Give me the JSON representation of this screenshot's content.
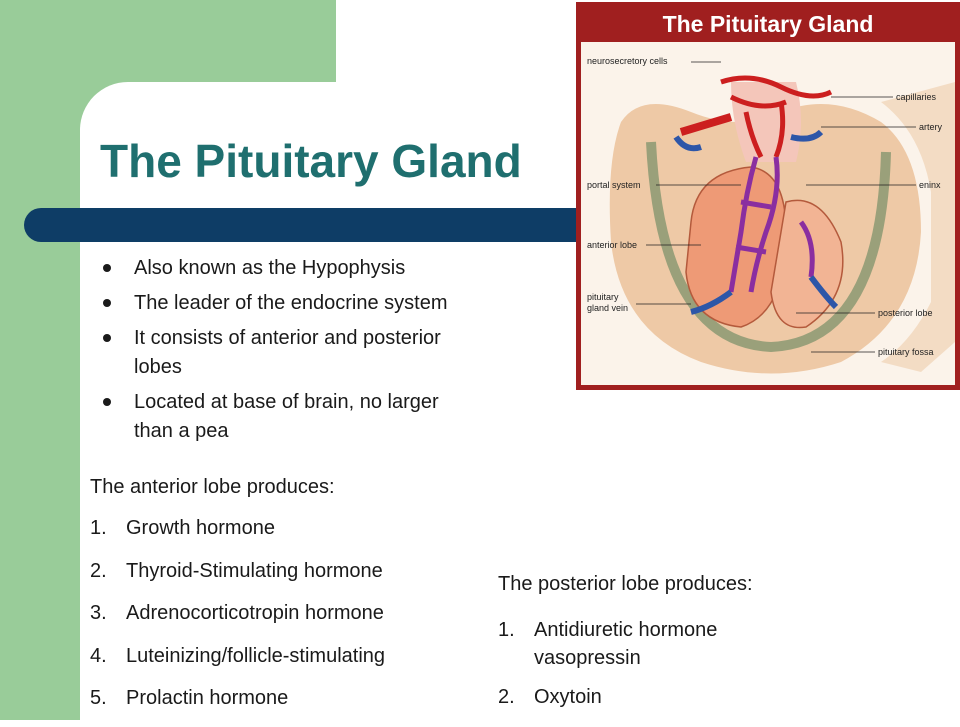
{
  "slide": {
    "title": "The Pituitary Gland",
    "bullets": [
      "Also known as the Hypophysis",
      "The leader of the endocrine system",
      "It consists of anterior and posterior lobes",
      "Located at base of brain, no larger than a pea"
    ],
    "anterior": {
      "heading": "The anterior lobe produces:",
      "items": [
        {
          "num": "1.",
          "text": "Growth hormone"
        },
        {
          "num": "2.",
          "text": "Thyroid-Stimulating hormone"
        },
        {
          "num": "3.",
          "text": "Adrenocorticotropin hormone"
        },
        {
          "num": "4.",
          "text": "Luteinizing/follicle-stimulating"
        },
        {
          "num": "5.",
          "text": "Prolactin hormone"
        }
      ]
    },
    "posterior": {
      "heading": "The posterior lobe produces:",
      "items": [
        {
          "num": "1.",
          "text": "Antidiuretic hormone vasopressin"
        },
        {
          "num": "2.",
          "text": "Oxytoin"
        }
      ]
    }
  },
  "figure": {
    "title": "The Pituitary Gland",
    "labels": {
      "neurosecretory": "neurosecretory cells",
      "capillaries": "capillaries",
      "artery": "artery",
      "portal": "portal system",
      "meninx": "eninx",
      "anterior": "anterior lobe",
      "vein1": "pituitary",
      "vein2": "gland vein",
      "posterior": "posterior lobe",
      "fossa": "pituitary fossa"
    }
  },
  "colors": {
    "background_panel": "#99cc99",
    "title": "#1f6f6f",
    "bar": "#0e3d66",
    "figure_frame": "#a01f1f"
  }
}
